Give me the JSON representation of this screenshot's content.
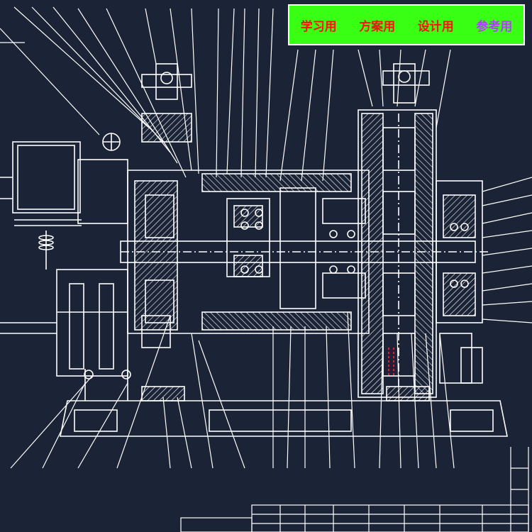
{
  "banner": {
    "labels": [
      "学习用",
      "方案用",
      "设计用"
    ],
    "last_label": "参考用",
    "label_color": "#ff1010",
    "last_label_color": "#b040ff",
    "background": "#39ff14"
  },
  "drawing": {
    "background": "#1b2336",
    "line_color": "#ffffff",
    "accent_color": "#ff3030"
  }
}
